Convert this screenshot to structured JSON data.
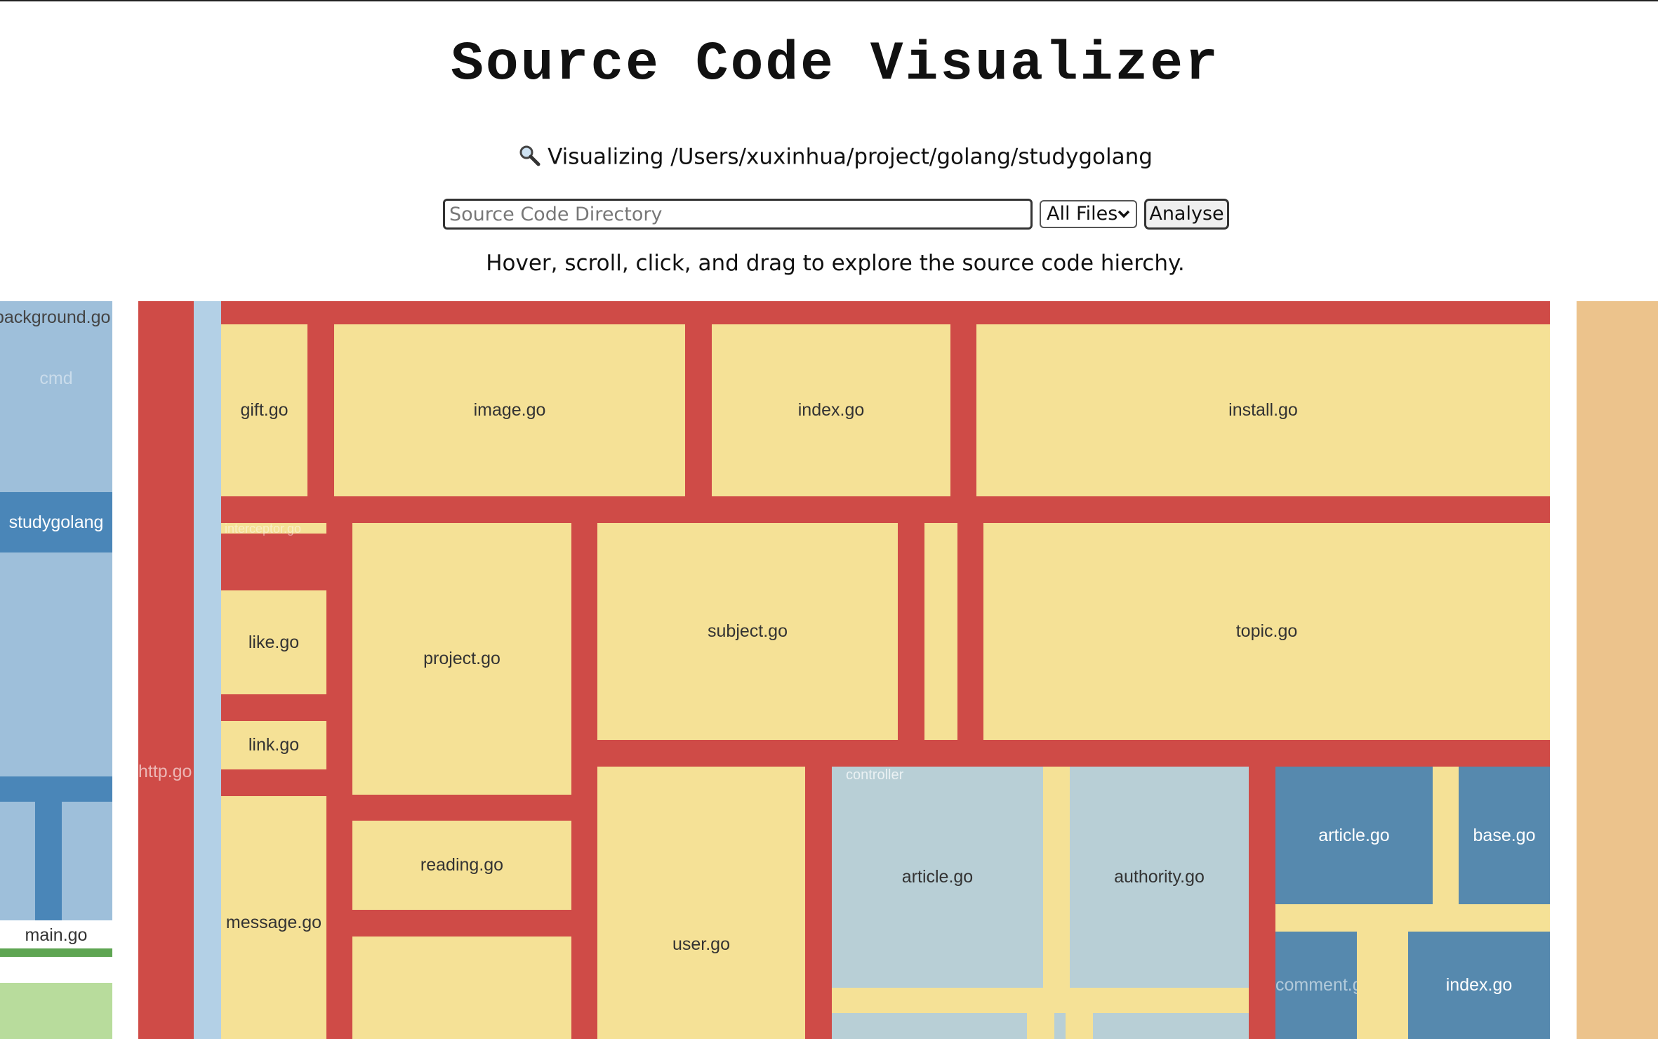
{
  "header": {
    "title": "Source Code Visualizer",
    "visualizing_text": "Visualizing /Users/xuxinhua/project/golang/studygolang",
    "hint": "Hover, scroll, click, and drag to explore the source code hierchy."
  },
  "controls": {
    "dir_placeholder": "Source Code Directory",
    "dir_value": "",
    "filter_selected": "All Files",
    "analyse_label": "Analyse"
  },
  "colors": {
    "dir_red": "#cf4b47",
    "file_yellow": "#f5e196",
    "light_blue": "#9ebfda",
    "mid_blue": "#4a86b8",
    "steel_blue": "#5689ae",
    "pale_blue": "#b8cfd6",
    "green": "#5ea552",
    "light_green": "#b8dc9c",
    "tan": "#ecc38c"
  },
  "treemap": {
    "left_panel": {
      "background_label": "background.go",
      "faint_label": "cmd",
      "studygolang_label": "studygolang",
      "main_label": "main.go"
    },
    "red_panel": {
      "http_label": "http.go",
      "row1": {
        "gift": "gift.go",
        "image": "image.go",
        "index": "index.go",
        "install": "install.go"
      },
      "row2": {
        "faint": "interceptor.go",
        "like": "like.go",
        "link": "link.go",
        "message": "message.go",
        "project": "project.go",
        "reading": "reading.go",
        "subject": "subject.go",
        "topic": "topic.go"
      },
      "row3": {
        "user": "user.go",
        "faint_admin": "controller",
        "article": "article.go",
        "authority": "authority.go"
      },
      "blue_block": {
        "article": "article.go",
        "base": "base.go",
        "comment": "comment.go",
        "index": "index.go"
      }
    }
  }
}
